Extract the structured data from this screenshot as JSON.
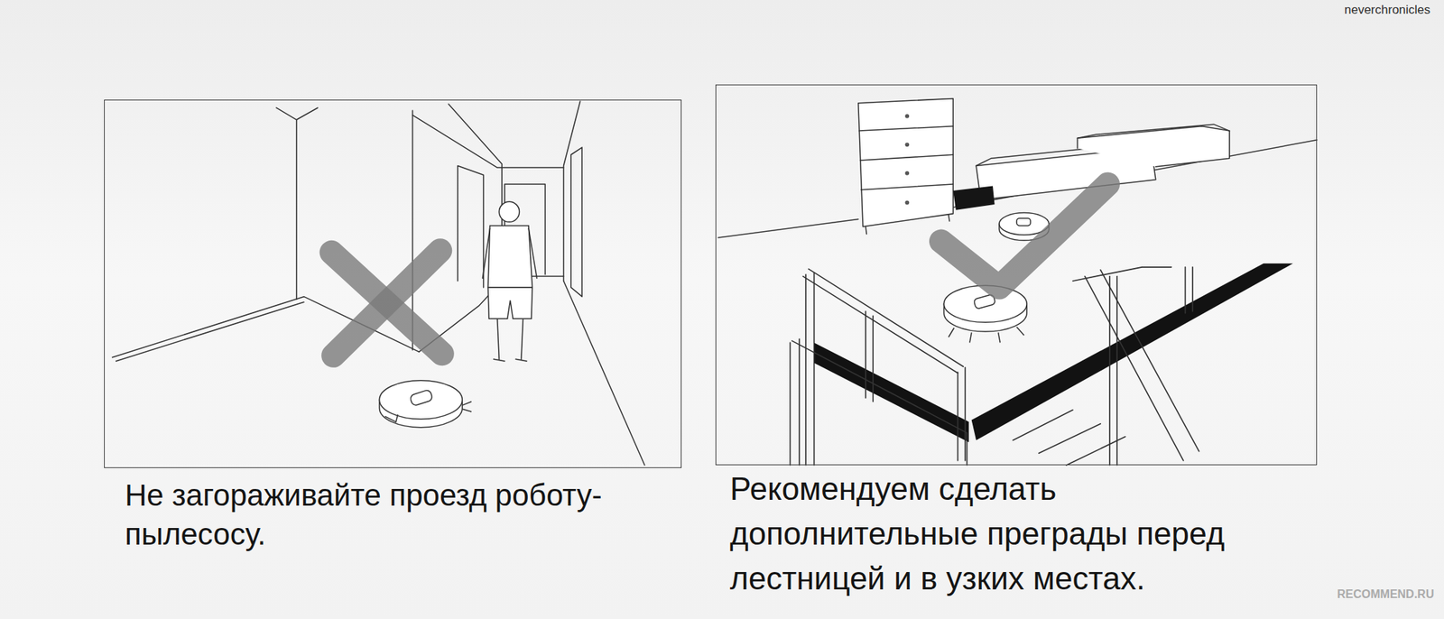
{
  "diagram": {
    "nodes": [
      {
        "text": [
          "Не загораживайте проезд роботу-пылесосу."
        ]
      },
      {
        "text": [
          "Рекомендуем сделать дополнительные преграды перед лестницей и в узких местах."
        ]
      }
    ],
    "labels": [
      "neverchronicles",
      "RECOMMEND.RU"
    ]
  }
}
